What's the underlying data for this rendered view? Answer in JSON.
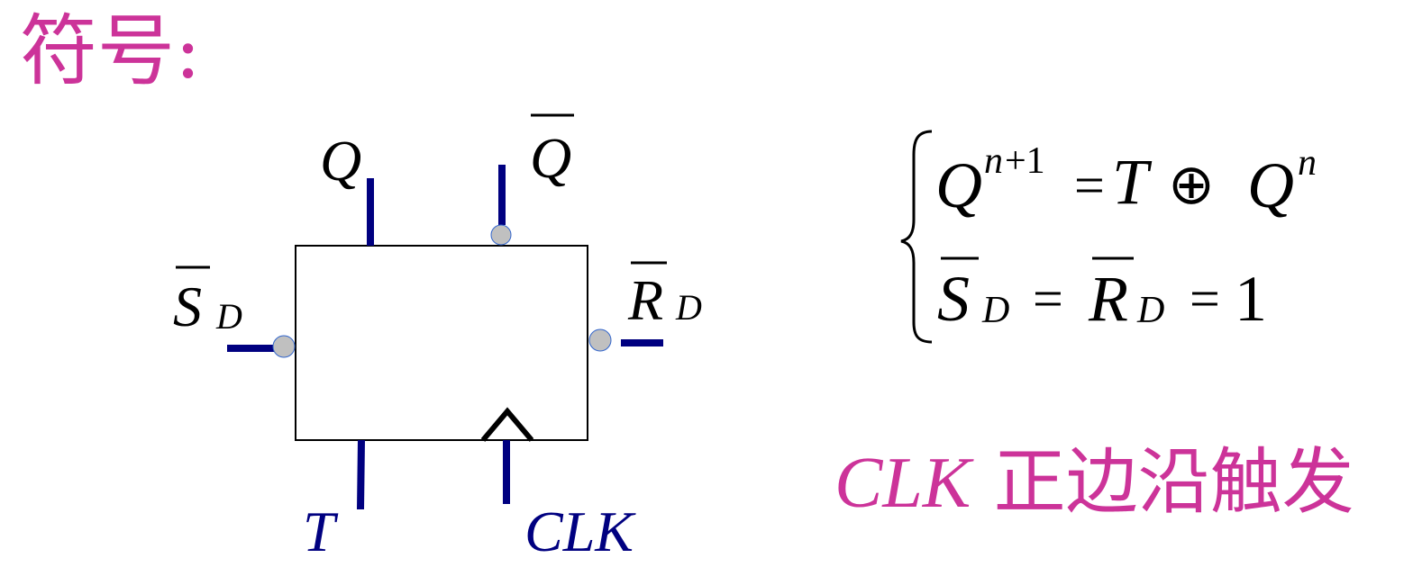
{
  "heading": "符号:",
  "diagram": {
    "outputs": {
      "q": "Q",
      "q_bar": "Q"
    },
    "set_direct": {
      "symbol": "S",
      "subscript": "D"
    },
    "reset_direct": {
      "symbol": "R",
      "subscript": "D"
    },
    "inputs": {
      "t": "T",
      "clk": "CLK"
    }
  },
  "equations": {
    "line1": {
      "lhs": "Q",
      "lhs_sup": "n+1",
      "eq": "=",
      "t": "T",
      "xor": "⊕",
      "rhs": "Q",
      "rhs_sup": "n"
    },
    "line2": {
      "s": "S",
      "s_sub": "D",
      "eq1": "=",
      "r": "R",
      "r_sub": "D",
      "eq2": "=",
      "one": "1"
    }
  },
  "trigger_note": {
    "signal": "CLK",
    "text": "正边沿触发"
  },
  "colors": {
    "accent": "#cc3399",
    "wire": "#000080",
    "bubble": "#c0c0c0"
  }
}
